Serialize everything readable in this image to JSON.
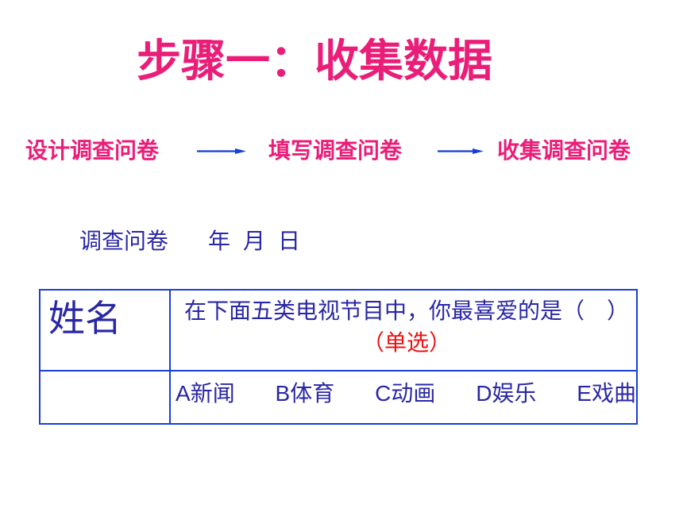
{
  "title": "步骤一：收集数据",
  "steps": [
    {
      "label": "设计调查问卷"
    },
    {
      "label": "填写调查问卷"
    },
    {
      "label": "收集调查问卷"
    }
  ],
  "questionnaire": {
    "label": "调查问卷",
    "year": "年",
    "month": "月",
    "day": "日"
  },
  "table": {
    "name_header": "姓名",
    "question_text": "在下面五类电视节目中，你最喜爱的是（　）",
    "question_tag": "（单选）",
    "options": [
      {
        "letter": "A",
        "label": "新闻"
      },
      {
        "letter": "B",
        "label": "体育"
      },
      {
        "letter": "C",
        "label": "动画"
      },
      {
        "letter": "D",
        "label": "娱乐"
      },
      {
        "letter": "E",
        "label": "戏曲"
      }
    ]
  },
  "colors": {
    "title": "#ea1e79",
    "body_text": "#2a27a6",
    "table_border": "#1a3fd6",
    "arrow": "#1a3fd6",
    "accent_red": "#ee1111"
  },
  "icons": [
    "right-arrow-icon",
    "right-arrow-icon"
  ]
}
